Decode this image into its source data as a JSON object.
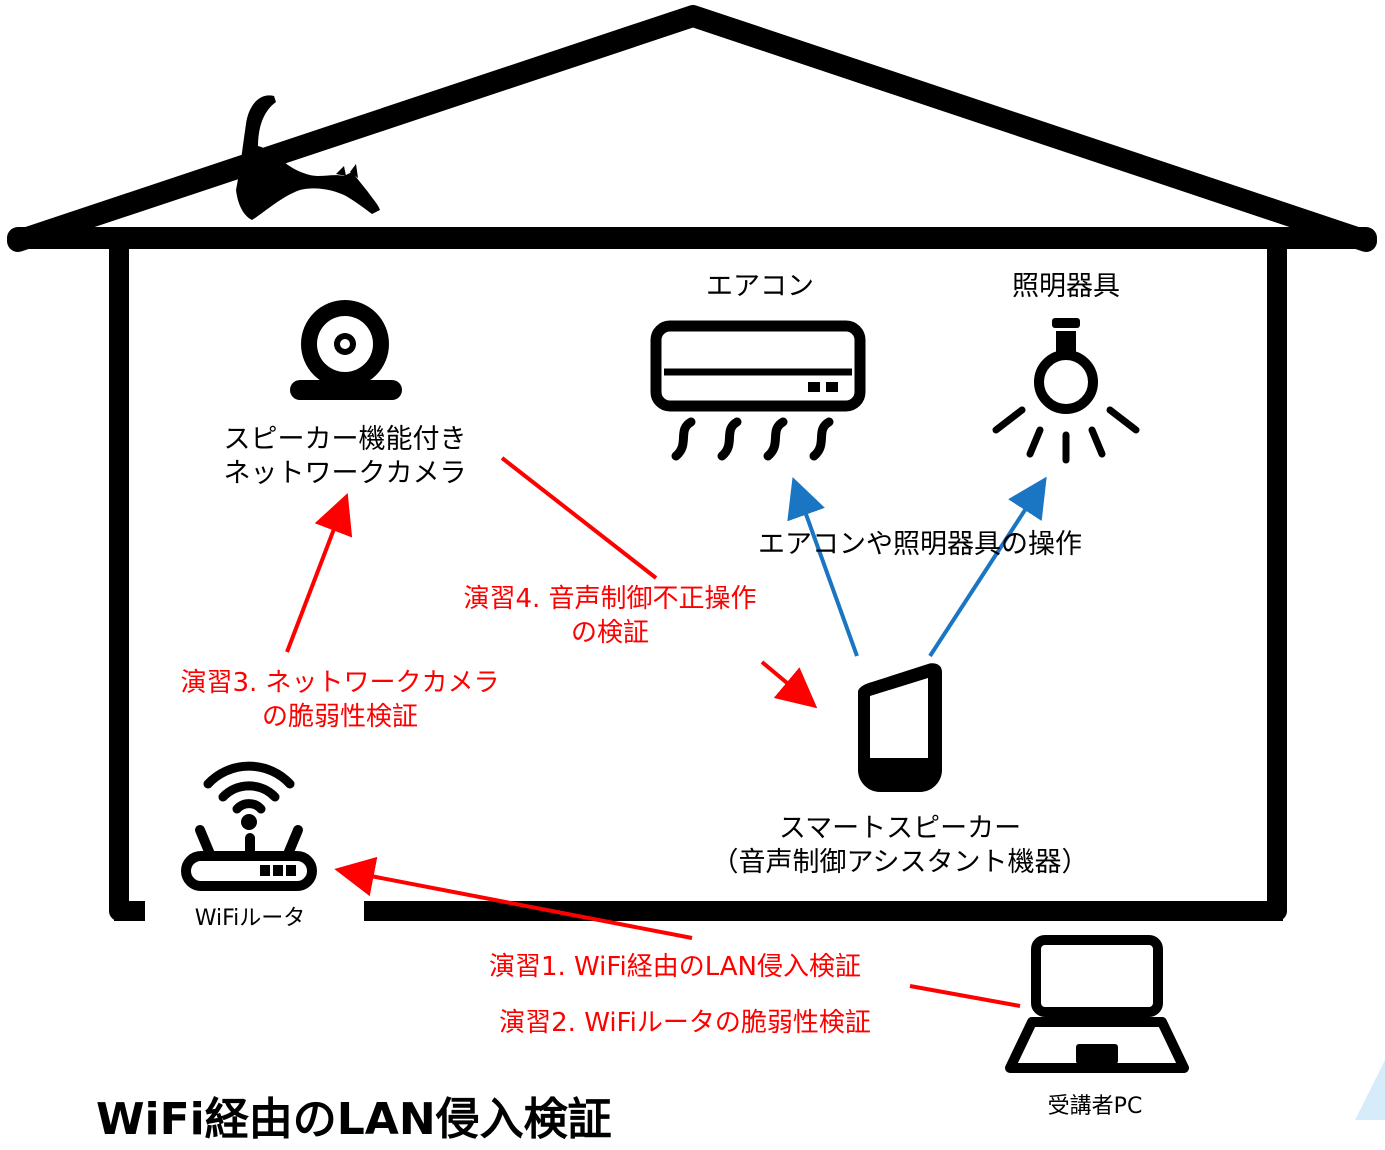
{
  "devices": {
    "camera": {
      "line1": "スピーカー機能付き",
      "line2": "ネットワークカメラ"
    },
    "aircon": {
      "label": "エアコン"
    },
    "light": {
      "label": "照明器具"
    },
    "speaker": {
      "line1": "スマートスピーカー",
      "line2": "（音声制御アシスタント機器）"
    },
    "router": {
      "label": "WiFiルータ"
    },
    "pc": {
      "label": "受講者PC"
    }
  },
  "relations": {
    "control": "エアコンや照明器具の操作"
  },
  "exercises": {
    "ex1": "演習1. WiFi経由のLAN侵入検証",
    "ex2": "演習2. WiFiルータの脆弱性検証",
    "ex3": {
      "line1": "演習3. ネットワークカメラ",
      "line2": "の脆弱性検証"
    },
    "ex4": {
      "line1": "演習4. 音声制御不正操作",
      "line2": "の検証"
    }
  },
  "heading": "WiFi経由のLAN侵入検証",
  "colors": {
    "exercise": "#ff0000",
    "control": "#1a75c2",
    "ink": "#000000"
  }
}
